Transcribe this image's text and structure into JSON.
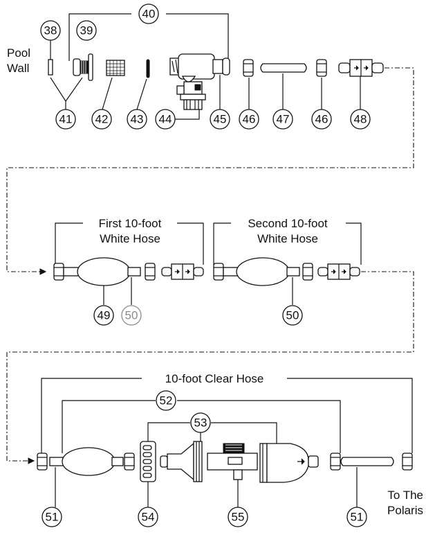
{
  "labels": {
    "pool_wall_line1": "Pool",
    "pool_wall_line2": "Wall",
    "first_hose_line1": "First 10-foot",
    "first_hose_line2": "White Hose",
    "second_hose_line1": "Second 10-foot",
    "second_hose_line2": "White Hose",
    "clear_hose": "10-foot Clear Hose",
    "to_polaris_line1": "To The",
    "to_polaris_line2": "Polaris"
  },
  "callouts": {
    "n38": "38",
    "n39": "39",
    "n40": "40",
    "n41": "41",
    "n42": "42",
    "n43": "43",
    "n44": "44",
    "n45": "45",
    "n46a": "46",
    "n47": "47",
    "n46b": "46",
    "n48": "48",
    "n49": "49",
    "n50a": "50",
    "n50b": "50",
    "n51a": "51",
    "n52": "52",
    "n53": "53",
    "n54": "54",
    "n55": "55",
    "n51b": "51"
  },
  "colors": {
    "ink": "#111111",
    "faded_callout": "#8a8a8a",
    "background": "#ffffff"
  }
}
